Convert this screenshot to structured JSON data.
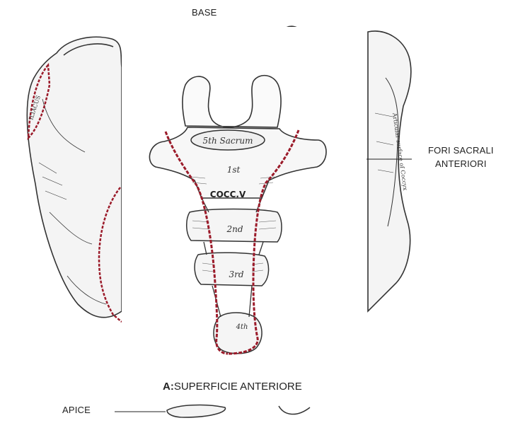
{
  "labels": {
    "base": "BASE",
    "fori_sacrali_line1": "FORI SACRALI",
    "fori_sacrali_line2": "ANTERIORI",
    "apice": "APICE",
    "caption_prefix": "A:",
    "caption_text": "SUPERFICIE ANTERIORE"
  },
  "engraving_text": {
    "auricular": "ILIACUS",
    "top_face": "5th Sacrum",
    "coccyx_1": "1st",
    "coccyx_label": "COCC.V",
    "coccyx_2": "2nd",
    "coccyx_3": "3rd",
    "coccyx_4": "4th"
  },
  "colors": {
    "outline_red": "#9b1b2a",
    "ink": "#333333"
  }
}
